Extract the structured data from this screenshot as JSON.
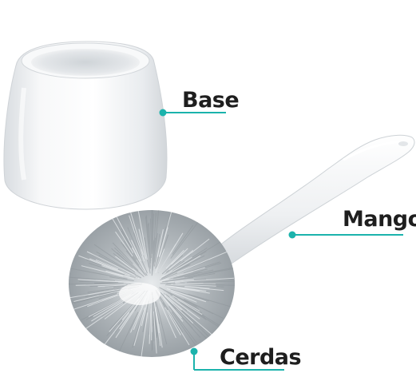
{
  "product_image": {
    "parts": [
      "base",
      "mango",
      "cerdas"
    ]
  },
  "callouts": {
    "base": {
      "label": "Base"
    },
    "mango": {
      "label": "Mango"
    },
    "cerdas": {
      "label": "Cerdas"
    }
  },
  "colors": {
    "accent": "#1bb3ac",
    "label_text": "#1e1e1e",
    "holder": "#f1f3f5",
    "bristles": "#a7adb1"
  }
}
